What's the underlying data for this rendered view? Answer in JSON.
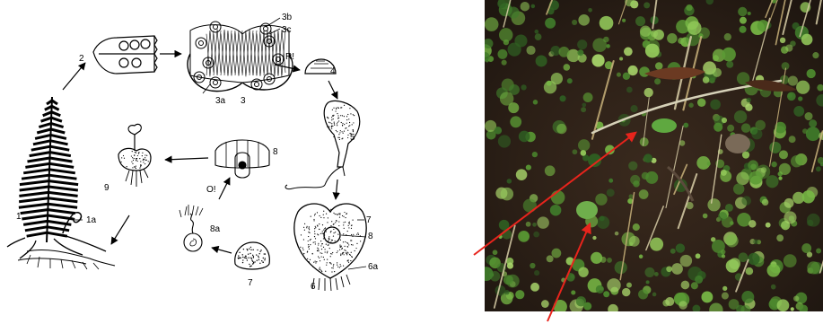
{
  "left_panel": {
    "labels": {
      "l1": "1",
      "l1a": "1a",
      "l2": "2",
      "l3": "3",
      "l3a": "3a",
      "l3b": "3b",
      "l3c": "3c",
      "lR": "R!",
      "l4": "4",
      "l5": "5",
      "l6": "6",
      "l6a": "6a",
      "l7a": "7",
      "l7b": "7",
      "l8a": "8",
      "l8b": "8",
      "l8c": "8a",
      "lO": "O!",
      "l9": "9"
    }
  },
  "right_panel": {
    "description": "",
    "arrow_color": "#e8241c"
  }
}
